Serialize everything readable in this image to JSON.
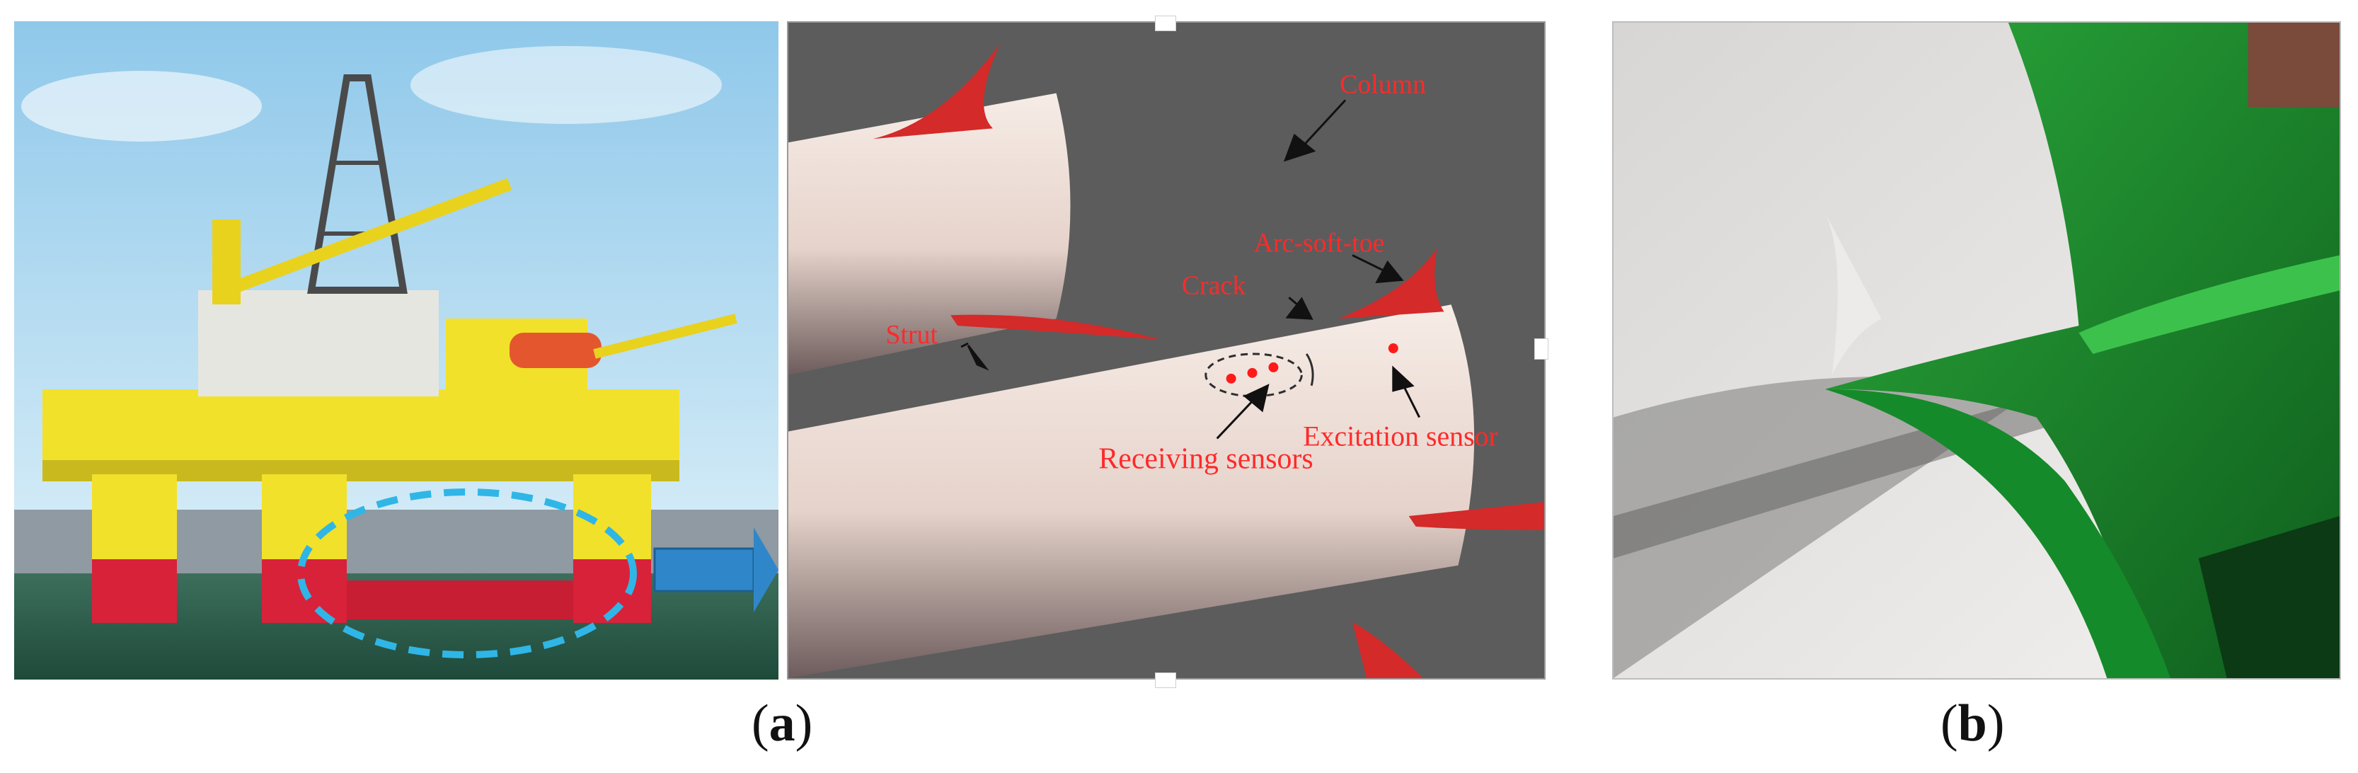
{
  "figure": {
    "panel_a": {
      "caption_open": "(",
      "caption_letter": "a",
      "caption_close": ")",
      "labels": {
        "column": "Column",
        "arc_soft_toe": "Arc-soft-toe",
        "crack": "Crack",
        "strut": "Strut",
        "excitation_sensor": "Excitation sensor",
        "receiving_sensors": "Receiving sensors"
      }
    },
    "panel_b": {
      "caption_open": "(",
      "caption_letter": "b",
      "caption_close": ")"
    }
  },
  "colors": {
    "label_red": "#ff2a2a",
    "arrow_blue": "#2f87c9",
    "diagram_bg": "#5c5c5c",
    "weld_green": "#1f8a2e",
    "rig_yellow": "#f2e12a",
    "rig_red": "#d8223a"
  }
}
